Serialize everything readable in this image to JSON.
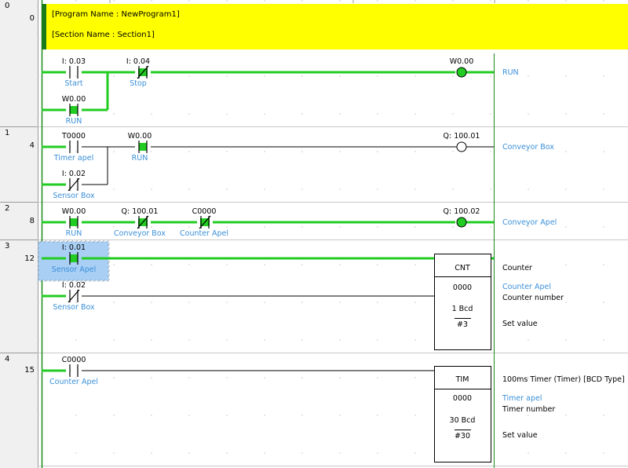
{
  "gutter": [
    {
      "rung": "0",
      "step": "0"
    },
    {
      "rung": "1",
      "step": "4"
    },
    {
      "rung": "2",
      "step": "8"
    },
    {
      "rung": "3",
      "step": "12"
    },
    {
      "rung": "4",
      "step": "15"
    }
  ],
  "header": {
    "program": "[Program Name : NewProgram1]",
    "section": "[Section Name : Section1]"
  },
  "colors": {
    "energized": "#22cc22",
    "header_bg": "#ffff00",
    "comment": "#3a8fd8",
    "selection": "#a9cff5"
  },
  "rung0": {
    "c1_addr": "I: 0.03",
    "c1_cmt": "Start",
    "c2_addr": "I: 0.04",
    "c2_cmt": "Stop",
    "c3_addr": "W0.00",
    "c3_cmt": "RUN",
    "coil_addr": "W0.00",
    "coil_cmt": "RUN"
  },
  "rung1": {
    "c1_addr": "T0000",
    "c1_cmt": "Timer apel",
    "c2_addr": "W0.00",
    "c2_cmt": "RUN",
    "c3_addr": "I: 0.02",
    "c3_cmt": "Sensor Box",
    "coil_addr": "Q: 100.01",
    "coil_cmt": "Conveyor Box"
  },
  "rung2": {
    "c1_addr": "W0.00",
    "c1_cmt": "RUN",
    "c2_addr": "Q: 100.01",
    "c2_cmt": "Conveyor Box",
    "c3_addr": "C0000",
    "c3_cmt": "Counter Apel",
    "coil_addr": "Q: 100.02",
    "coil_cmt": "Conveyor Apel"
  },
  "rung3": {
    "c1_addr": "I: 0.01",
    "c1_cmt": "Sensor Apel",
    "c2_addr": "I: 0.02",
    "c2_cmt": "Sensor Box",
    "block": {
      "name": "CNT",
      "number": "0000",
      "setval": "1 Bcd",
      "setconst": "#3"
    },
    "right": {
      "title": "Counter",
      "op_cmt": "Counter Apel",
      "op_desc": "Counter number",
      "set_desc": "Set value"
    }
  },
  "rung4": {
    "c1_addr": "C0000",
    "c1_cmt": "Counter Apel",
    "block": {
      "name": "TIM",
      "number": "0000",
      "setval": "30 Bcd",
      "setconst": "#30"
    },
    "right": {
      "title": "100ms Timer (Timer) [BCD Type]",
      "op_cmt": "Timer apel",
      "op_desc": "Timer number",
      "set_desc": "Set value"
    }
  }
}
